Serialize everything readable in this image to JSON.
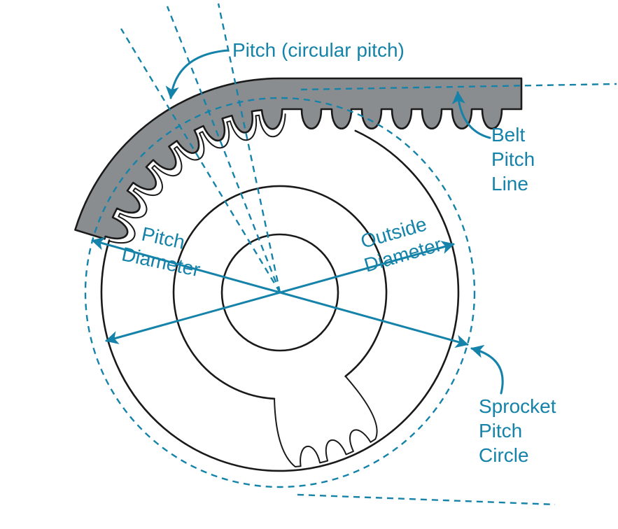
{
  "labels": {
    "pitch": "Pitch  (circular pitch)",
    "belt_pitch_line": [
      "Belt",
      "Pitch",
      "Line"
    ],
    "pitch_diameter": [
      "Pitch",
      "Diameter"
    ],
    "outside_diameter": [
      "Outside",
      "Diameter"
    ],
    "sprocket_pitch_circle": [
      "Sprocket",
      "Pitch",
      "Circle"
    ]
  },
  "colors": {
    "annotation_teal": "#1583a9",
    "belt_gray": "#8a8d90",
    "line_black": "#1a1a1a",
    "background": "#ffffff"
  }
}
